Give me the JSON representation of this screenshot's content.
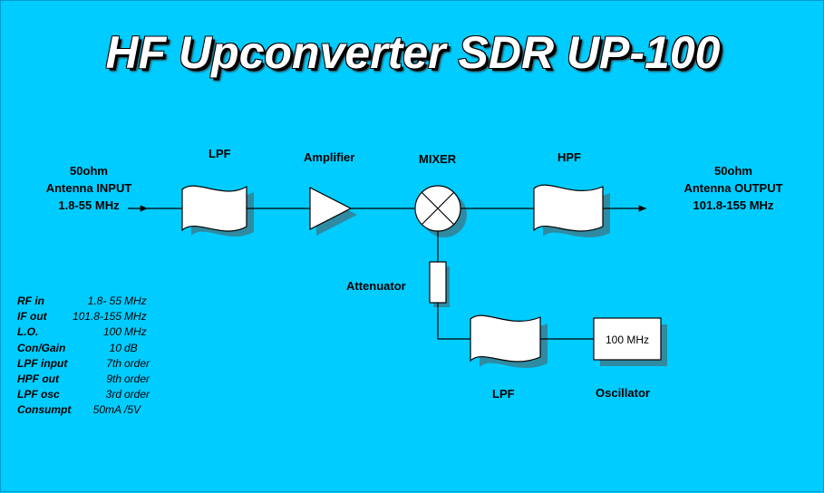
{
  "title": "HF Upconverter SDR UP-100",
  "input": {
    "line1": "50ohm",
    "line2": "Antenna INPUT",
    "line3": "1.8-55 MHz"
  },
  "output": {
    "line1": "50ohm",
    "line2": "Antenna OUTPUT",
    "line3": "101.8-155 MHz"
  },
  "blocks": {
    "lpf_top": "LPF",
    "amplifier": "Amplifier",
    "mixer": "MIXER",
    "hpf": "HPF",
    "attenuator": "Attenuator",
    "lpf_bottom": "LPF",
    "oscillator": "Oscillator",
    "oscillator_freq": "100 MHz"
  },
  "specs": [
    {
      "name": "RF in",
      "value": "1.8-  55",
      "unit": "MHz"
    },
    {
      "name": "IF out",
      "value": "101.8-155",
      "unit": "MHz"
    },
    {
      "name": "L.O.",
      "value": "100",
      "unit": "MHz"
    },
    {
      "name": "Con/Gain",
      "value": "10",
      "unit": "dB"
    },
    {
      "name": "LPF input",
      "value": "7th",
      "unit": "order"
    },
    {
      "name": "HPF out",
      "value": "9th",
      "unit": "order"
    },
    {
      "name": "LPF osc",
      "value": "3rd",
      "unit": "order"
    },
    {
      "name": "Consumption",
      "value": "50mA",
      "unit": "/5V"
    }
  ],
  "colors": {
    "background": "#00ccff",
    "block_fill": "#ffffff",
    "line": "#000000"
  }
}
